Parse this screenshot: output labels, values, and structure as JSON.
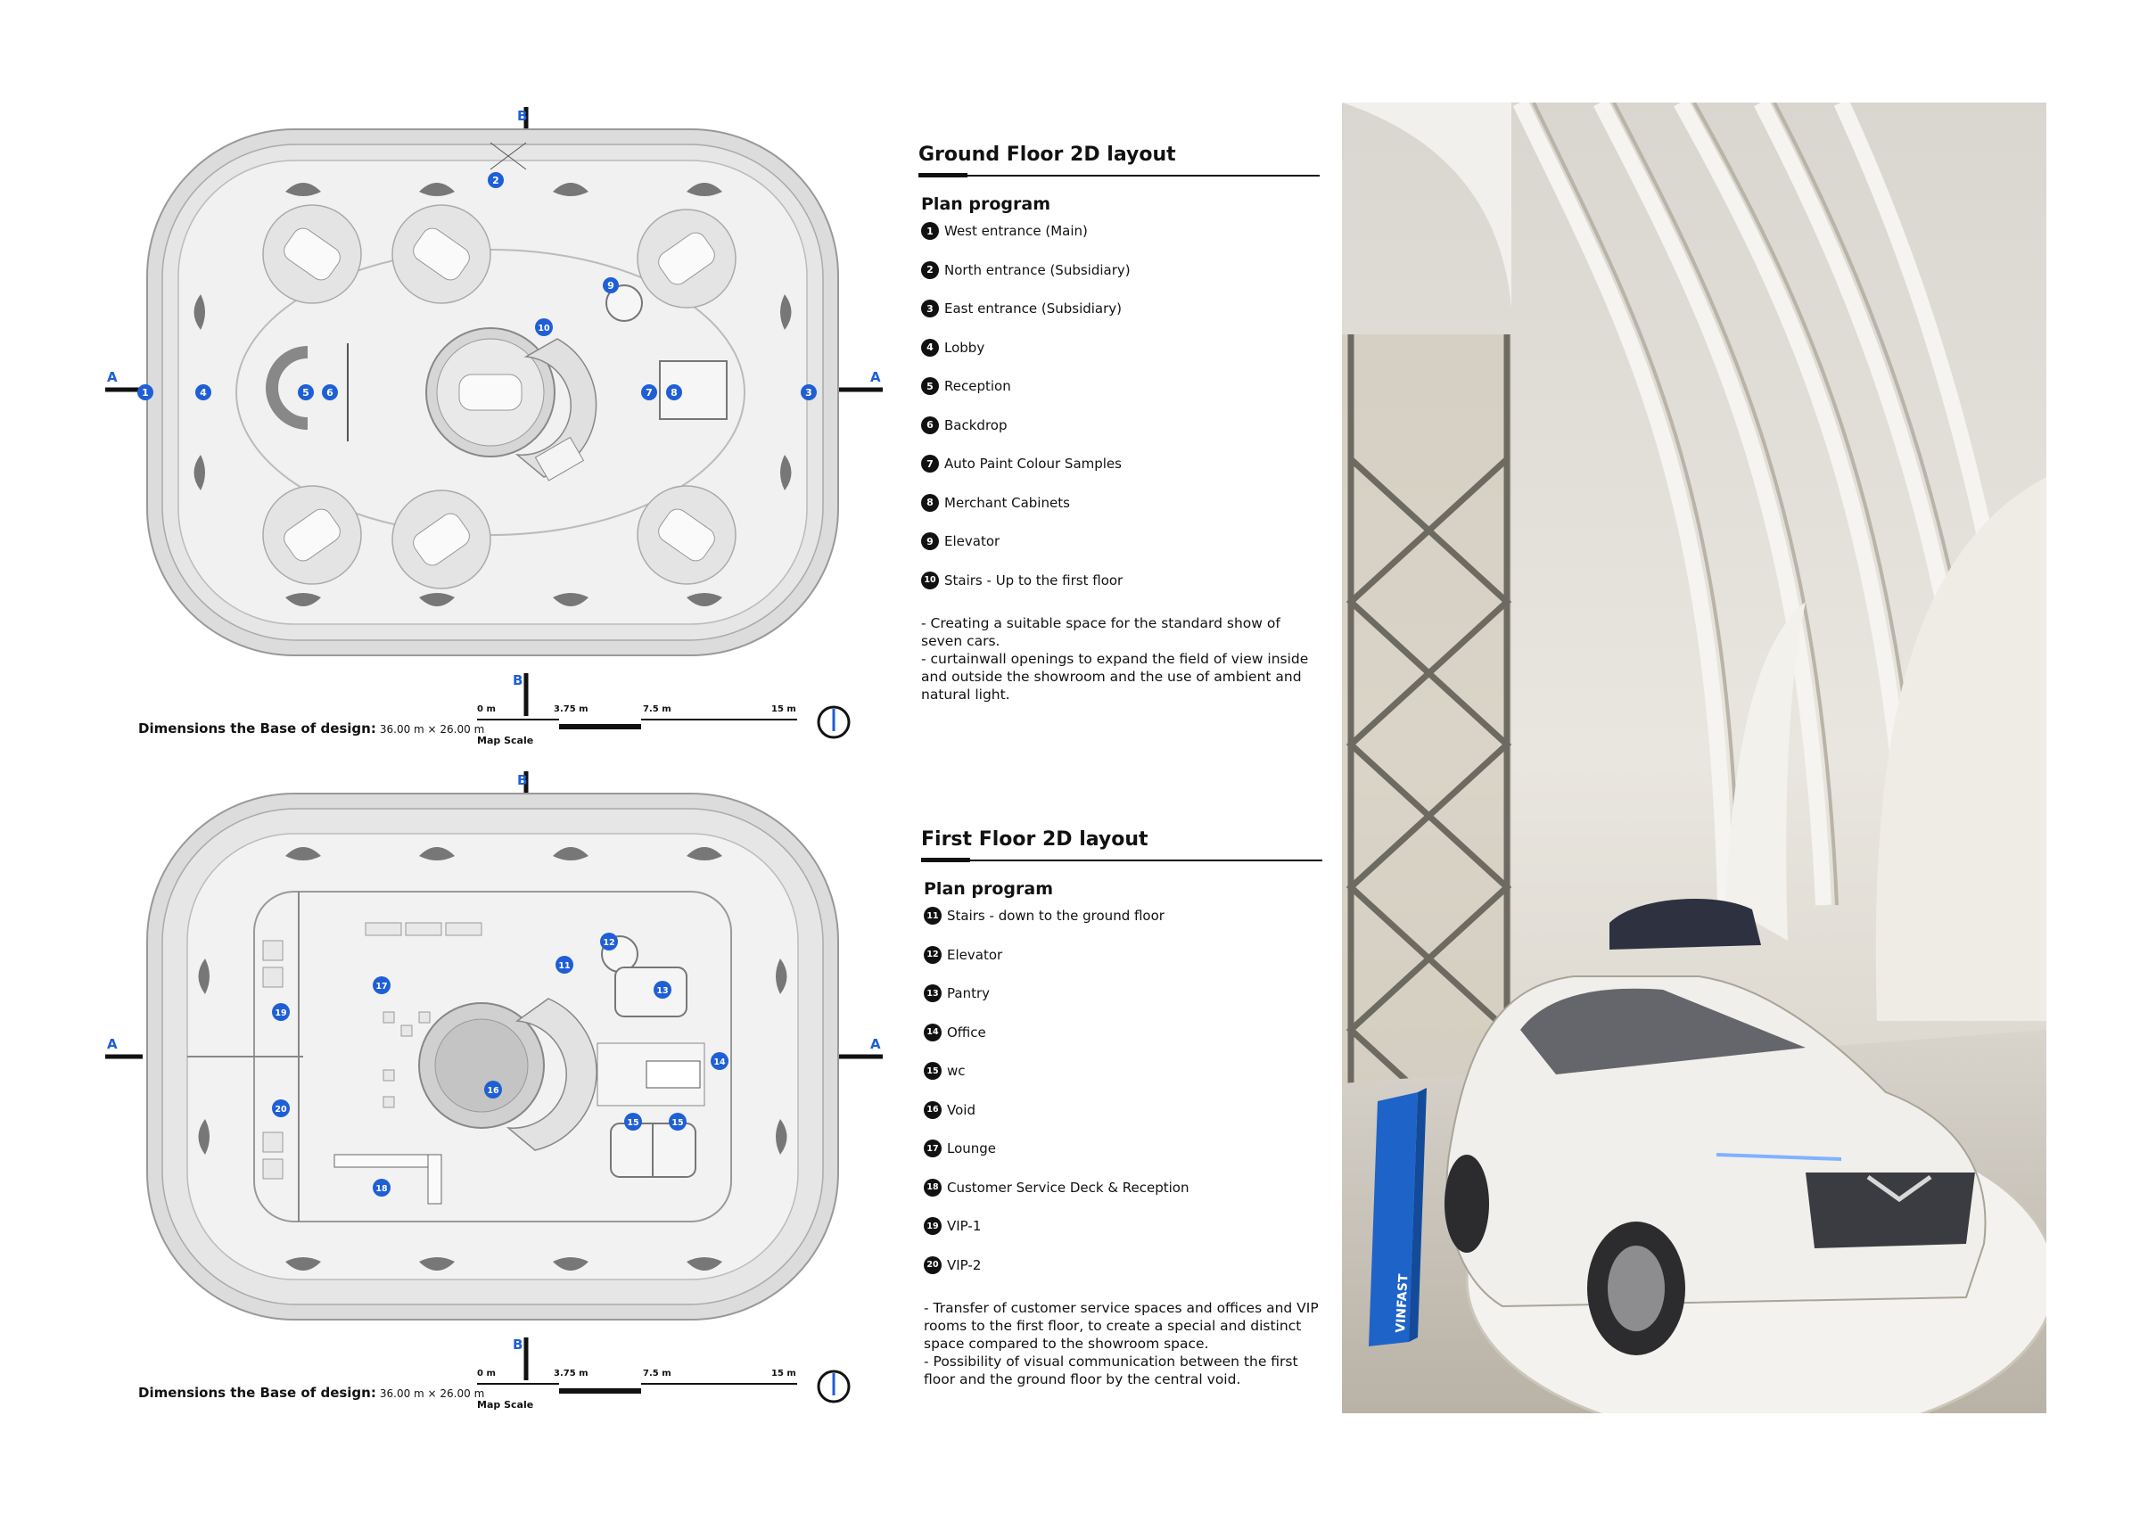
{
  "ground_floor": {
    "title": "Ground Floor 2D layout",
    "subtitle": "Plan program",
    "items": [
      {
        "num": "1",
        "label": "West entrance (Main)"
      },
      {
        "num": "2",
        "label": "North entrance (Subsidiary)"
      },
      {
        "num": "3",
        "label": "East entrance (Subsidiary)"
      },
      {
        "num": "4",
        "label": "Lobby"
      },
      {
        "num": "5",
        "label": "Reception"
      },
      {
        "num": "6",
        "label": "Backdrop"
      },
      {
        "num": "7",
        "label": "Auto Paint Colour Samples"
      },
      {
        "num": "8",
        "label": "Merchant Cabinets"
      },
      {
        "num": "9",
        "label": "Elevator"
      },
      {
        "num": "10",
        "label": "Stairs - Up to the first floor"
      }
    ],
    "description": [
      "- Creating a suitable space for the standard show of seven cars.",
      "- curtainwall openings to expand the field of view inside and outside the showroom and the use of ambient and natural light."
    ],
    "dimensions_label": "Dimensions the Base of design:",
    "dimensions_value": "36.00 m × 26.00 m",
    "scale": {
      "t0": "0 m",
      "t1": "3.75 m",
      "t2": "7.5 m",
      "t3": "15 m",
      "caption": "Map Scale"
    },
    "section_marks": {
      "a": "A",
      "b": "B"
    }
  },
  "first_floor": {
    "title": "First Floor 2D layout",
    "subtitle": "Plan program",
    "items": [
      {
        "num": "11",
        "label": "Stairs - down to the ground floor"
      },
      {
        "num": "12",
        "label": "Elevator"
      },
      {
        "num": "13",
        "label": "Pantry"
      },
      {
        "num": "14",
        "label": "Office"
      },
      {
        "num": "15",
        "label": "wc"
      },
      {
        "num": "16",
        "label": "Void"
      },
      {
        "num": "17",
        "label": "Lounge"
      },
      {
        "num": "18",
        "label": "Customer Service Deck & Reception"
      },
      {
        "num": "19",
        "label": "VIP-1"
      },
      {
        "num": "20",
        "label": "VIP-2"
      }
    ],
    "description": [
      "- Transfer of customer service spaces and offices and VIP rooms to the first floor, to create a special and distinct space compared to the showroom space.",
      "- Possibility of visual communication between the first floor and the ground floor by the central void."
    ],
    "dimensions_label": "Dimensions the Base of design:",
    "dimensions_value": "36.00 m × 26.00 m",
    "scale": {
      "t0": "0 m",
      "t1": "3.75 m",
      "t2": "7.5 m",
      "t3": "15 m",
      "caption": "Map Scale"
    },
    "section_marks": {
      "a": "A",
      "b": "B"
    }
  },
  "render": {
    "sign_text": "VINFAST"
  },
  "colors": {
    "marker_blue": "#1f5fd6",
    "ink": "#111111",
    "plan_fill": "#ececec"
  }
}
